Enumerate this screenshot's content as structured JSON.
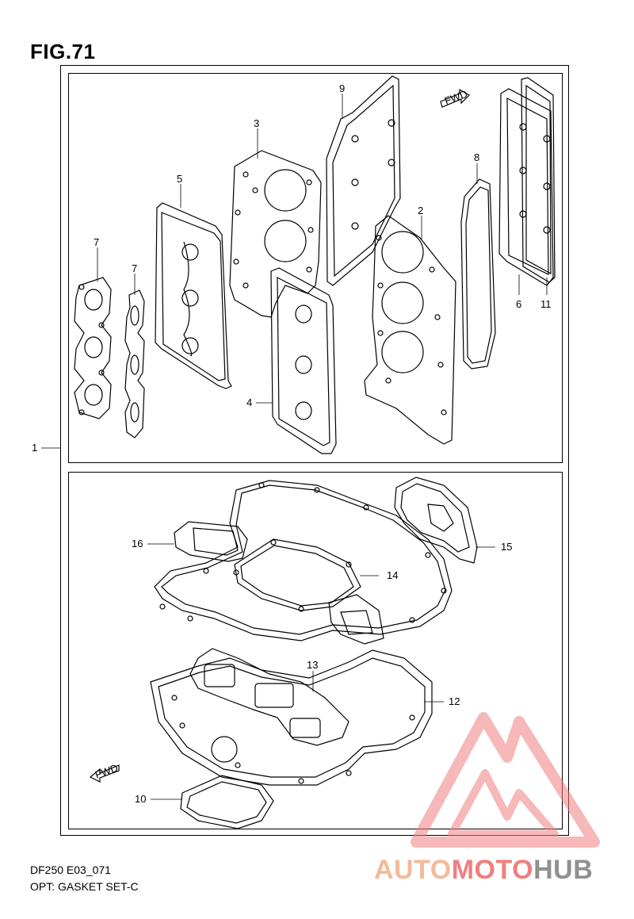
{
  "figure": {
    "title": "FIG.71"
  },
  "fwd_label": "FWD",
  "callouts": {
    "c1": "1",
    "c2": "2",
    "c3": "3",
    "c4": "4",
    "c5": "5",
    "c6": "6",
    "c7a": "7",
    "c7b": "7",
    "c8": "8",
    "c9": "9",
    "c10": "10",
    "c11": "11",
    "c12": "12",
    "c13": "13",
    "c14": "14",
    "c15": "15",
    "c16": "16"
  },
  "footer": {
    "model_code": "DF250 E03_071",
    "part_name": "OPT: GASKET SET-C"
  },
  "watermark": {
    "part1": "AUTO",
    "part2": "MOTO",
    "part3": "HUB",
    "color1": "#f5b99a",
    "color2": "#f07f7f",
    "color3": "#909090"
  }
}
